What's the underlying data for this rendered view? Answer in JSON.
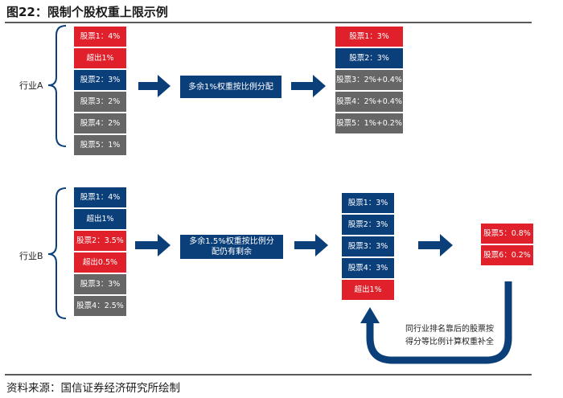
{
  "title": "图22：限制个股权重上限示例",
  "footer": "资料来源：国信证券经济研究所绘制",
  "industry_a": {
    "label": "行业A",
    "left_stack": [
      {
        "text": "股票1：4%",
        "color": "red"
      },
      {
        "text": "超出1%",
        "color": "red"
      },
      {
        "text": "股票2：3%",
        "color": "blue"
      },
      {
        "text": "股票3：2%",
        "color": "gray"
      },
      {
        "text": "股票4：2%",
        "color": "gray"
      },
      {
        "text": "股票5：1%",
        "color": "gray"
      }
    ],
    "process_box": "多余1%权重按比例分配",
    "right_stack": [
      {
        "text": "股票1：3%",
        "color": "red"
      },
      {
        "text": "股票2：3%",
        "color": "blue"
      },
      {
        "text": "股票3：2%+0.4%",
        "color": "gray"
      },
      {
        "text": "股票4：2%+0.4%",
        "color": "gray"
      },
      {
        "text": "股票5：1%+0.2%",
        "color": "gray"
      }
    ]
  },
  "industry_b": {
    "label": "行业B",
    "left_stack": [
      {
        "text": "股票1：4%",
        "color": "blue"
      },
      {
        "text": "超出1%",
        "color": "blue"
      },
      {
        "text": "股票2：3.5%",
        "color": "red"
      },
      {
        "text": "超出0.5%",
        "color": "red"
      },
      {
        "text": "股票3：3%",
        "color": "gray"
      },
      {
        "text": "股票4：2.5%",
        "color": "gray"
      }
    ],
    "process_box_line1": "多余1.5%权重按比例分",
    "process_box_line2": "配仍有剩余",
    "middle_stack": [
      {
        "text": "股票1：3%",
        "color": "blue"
      },
      {
        "text": "股票2：3%",
        "color": "blue"
      },
      {
        "text": "股票3：3%",
        "color": "blue"
      },
      {
        "text": "股票4：3%",
        "color": "blue"
      },
      {
        "text": "超出1%",
        "color": "red"
      }
    ],
    "right_stack": [
      {
        "text": "股票5：0.8%",
        "color": "red"
      },
      {
        "text": "股票6：0.2%",
        "color": "red"
      }
    ],
    "note_line1": "同行业排名靠后的股票按",
    "note_line2": "得分等比例计算权重补全"
  },
  "colors": {
    "red": "#e0202a",
    "blue": "#0b3f7a",
    "gray": "#666666"
  }
}
